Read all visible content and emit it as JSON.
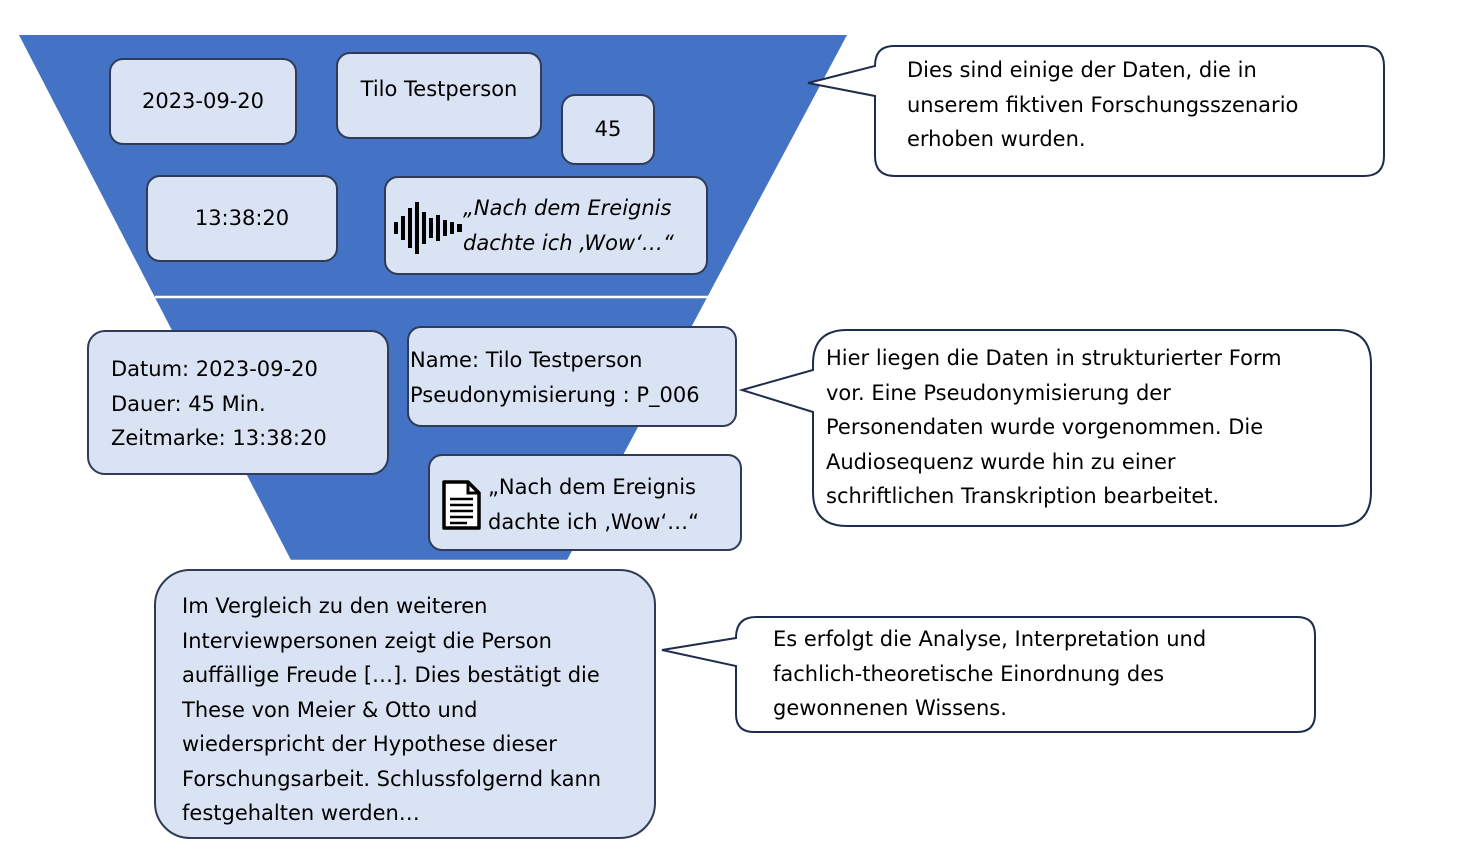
{
  "colors": {
    "funnel": "#4472c4",
    "box_fill": "#dae3f3",
    "box_border": "#2f3b57",
    "callout_border": "#1f2d4d"
  },
  "raw": {
    "date": "2023-09-20",
    "name": "Tilo Testperson",
    "duration": "45",
    "time": "13:38:20",
    "quote_line1": "„Nach dem Ereignis",
    "quote_line2": "dachte ich ‚Wow‘…“",
    "icon": "audio-waveform-icon"
  },
  "structured": {
    "meta": [
      "Datum: 2023-09-20",
      "Dauer: 45 Min.",
      "Zeitmarke: 13:38:20"
    ],
    "person": [
      "Name: Tilo Testperson",
      "Pseudonymisierung : P_006"
    ],
    "quote_line1": "„Nach dem Ereignis",
    "quote_line2": "dachte ich ‚Wow‘…“",
    "icon": "document-icon"
  },
  "analysis": {
    "lines": [
      "Im Vergleich zu den weiteren",
      "Interviewpersonen zeigt die Person",
      "auffällige Freude […]. Dies bestätigt die",
      "These von Meier & Otto und",
      "wiederspricht der Hypothese dieser",
      "Forschungsarbeit. Schlussfolgernd kann",
      "festgehalten werden…"
    ]
  },
  "callouts": [
    {
      "lines": [
        "Dies sind einige der Daten, die in",
        "unserem fiktiven Forschungsszenario",
        "erhoben wurden."
      ]
    },
    {
      "lines": [
        "Hier liegen die Daten in strukturierter Form",
        "vor. Eine Pseudonymisierung der",
        "Personendaten wurde vorgenommen. Die",
        "Audiosequenz wurde hin zu einer",
        "schriftlichen Transkription bearbeitet."
      ]
    },
    {
      "lines": [
        "Es erfolgt die Analyse, Interpretation und",
        "fachlich-theoretische Einordnung des",
        "gewonnenen Wissens."
      ]
    }
  ]
}
